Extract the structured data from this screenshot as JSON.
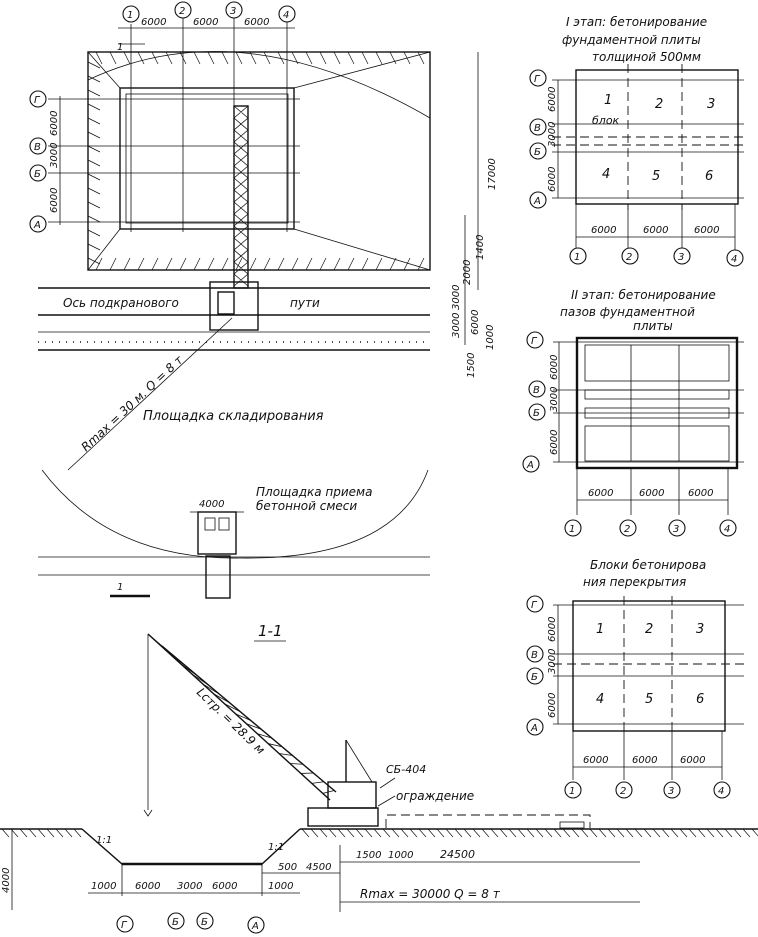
{
  "axes": {
    "cols": [
      "1",
      "2",
      "3",
      "4"
    ],
    "rows": [
      "Г",
      "В",
      "Б",
      "А"
    ]
  },
  "plan": {
    "dims_top": [
      "6000",
      "6000",
      "6000"
    ],
    "dims_left": [
      "6000",
      "3000",
      "6000"
    ],
    "dims_right": [
      "17000",
      "1400",
      "2000",
      "3000",
      "3000",
      "6000",
      "1000",
      "1500"
    ],
    "section_mark": "1",
    "crane_track_label": "Ось подкранового",
    "crane_track_label2": "пути",
    "radius_label": "Rmax = 30 м. Q = 8 т",
    "storage_label": "Площадка складирования",
    "receiving_label_1": "Площадка приема",
    "receiving_label_2": "бетонной смеси",
    "receiving_dim": "4000"
  },
  "stage1": {
    "title_1": "I этап: бетонирование",
    "title_2": "фундаментной плиты",
    "title_3": "толщиной 500мм",
    "dims_left": [
      "6000",
      "3000",
      "6000"
    ],
    "dims_bottom": [
      "6000",
      "6000",
      "6000"
    ],
    "block_label": "блок",
    "blocks": [
      "1",
      "2",
      "3",
      "4",
      "5",
      "6"
    ]
  },
  "stage2": {
    "title_1": "II этап: бетонирование",
    "title_2": "пазов фундаментной",
    "title_3": "плиты",
    "dims_left": [
      "6000",
      "3000",
      "6000"
    ],
    "dims_bottom": [
      "6000",
      "6000",
      "6000"
    ]
  },
  "stage3": {
    "title_1": "Блоки бетонирова",
    "title_2": "ния перекрытия",
    "dims_left": [
      "6000",
      "3000",
      "6000"
    ],
    "dims_bottom": [
      "6000",
      "6000",
      "6000"
    ],
    "blocks": [
      "1",
      "2",
      "3",
      "4",
      "5",
      "6"
    ]
  },
  "section": {
    "title": "1-1",
    "boom_label": "Lстр. = 28.9 м",
    "crane_model": "СБ-404",
    "fence_label": "ограждение",
    "slope_left": "1:1",
    "slope_right": "1:1",
    "depth": "4000",
    "dims_bottom": [
      "1000",
      "6000",
      "3000",
      "6000",
      "1000"
    ],
    "dims_right": [
      "500",
      "4500"
    ],
    "dims_track": [
      "1500",
      "1000",
      "24500"
    ],
    "radius_label": "Rmax = 30000  Q = 8 т"
  }
}
